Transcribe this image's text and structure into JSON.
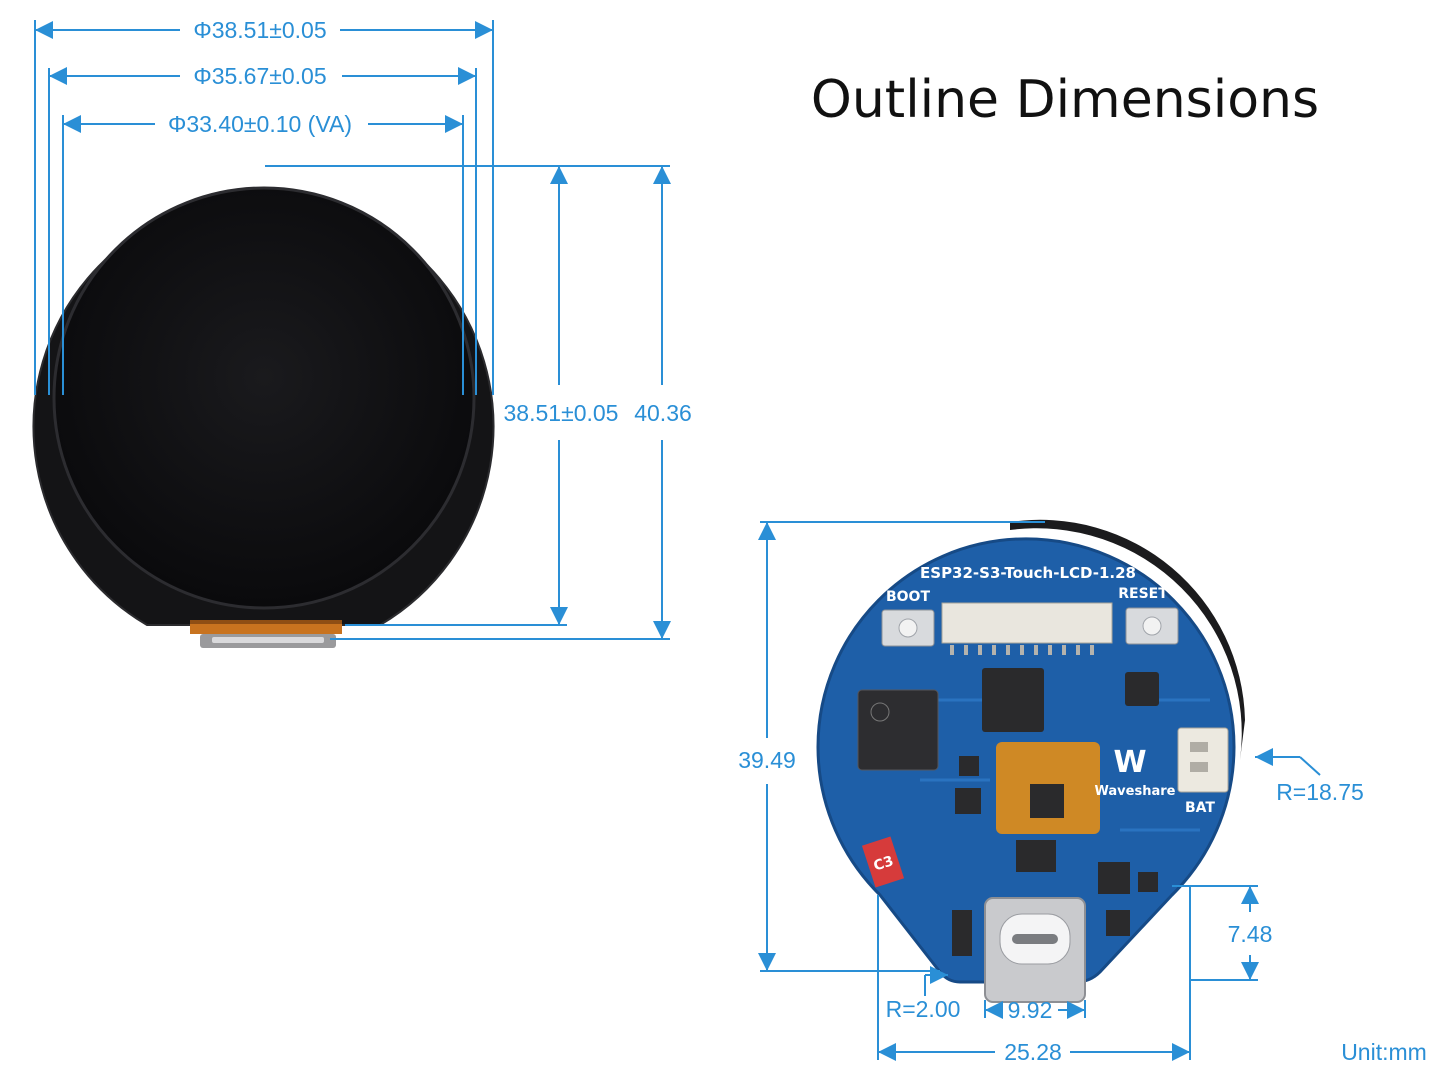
{
  "title": "Outline Dimensions",
  "unit_label": "Unit:mm",
  "display_module": {
    "dim_outer_diameter": "Φ38.51±0.05",
    "dim_glass_diameter": "Φ35.67±0.05",
    "dim_viewing_area": "Φ33.40±0.10 (VA)",
    "dim_height_panel": "38.51±0.05",
    "dim_height_total": "40.36"
  },
  "pcb_board": {
    "board_label": "ESP32-S3-Touch-LCD-1.28",
    "boot_label": "BOOT",
    "reset_label": "RESET",
    "bat_label": "BAT",
    "brand_label": "Waveshare",
    "c3_label": "C3",
    "dim_height": "39.49",
    "dim_radius": "R=18.75",
    "dim_tail_height": "7.48",
    "dim_corner_radius": "R=2.00",
    "dim_usb_width": "9.92",
    "dim_tail_width": "25.28"
  },
  "colors": {
    "dimension_blue": "#2a8fd6",
    "pcb_blue": "#1e5fa8",
    "panel_black": "#0d0d0f"
  }
}
